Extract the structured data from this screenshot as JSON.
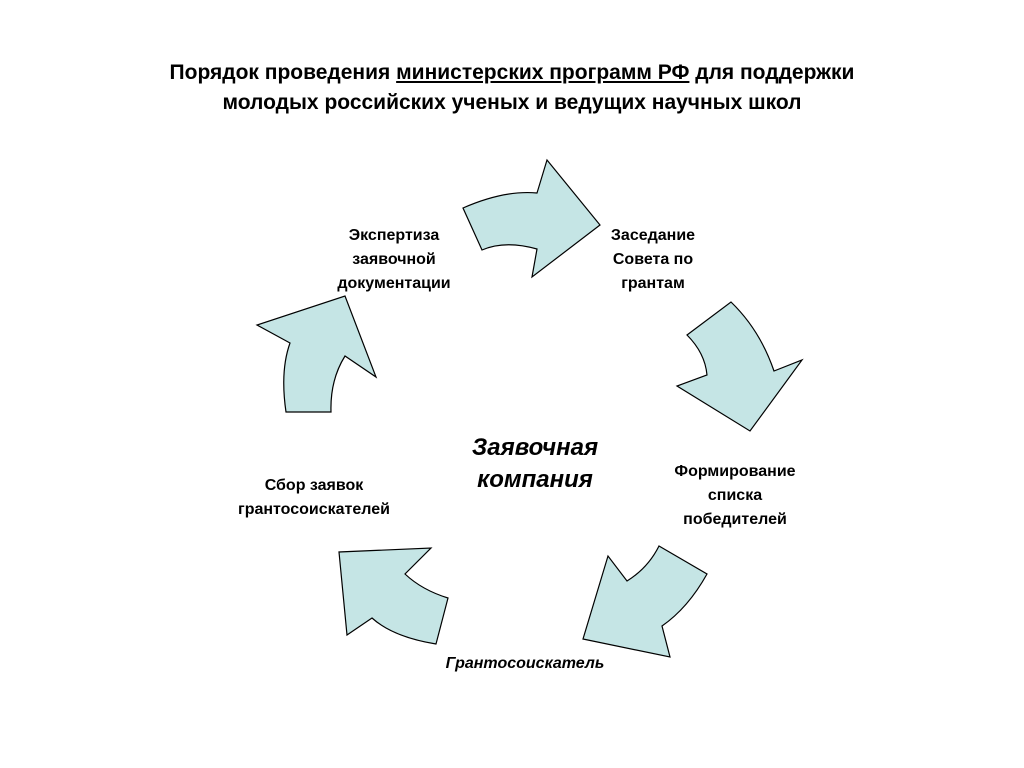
{
  "title": {
    "line1_prefix": "Порядок проведения ",
    "line1_underlined": "министерских программ РФ",
    "line1_suffix": " для поддержки",
    "line2": "молодых российских ученых и ведущих научных школ"
  },
  "center": "Заявочная\nкомпания",
  "stages": {
    "expertise": "Экспертиза\nзаявочной\nдокументации",
    "council": "Заседание\nСовета по\nгрантам",
    "winners": "Формирование\nсписка\nпобедителей",
    "applicant": "Грантосоискатель",
    "collection": "Сбор заявок\nгрантосоискателей"
  },
  "colors": {
    "arrow_fill": "#c5e5e5",
    "arrow_stroke": "#000000"
  }
}
